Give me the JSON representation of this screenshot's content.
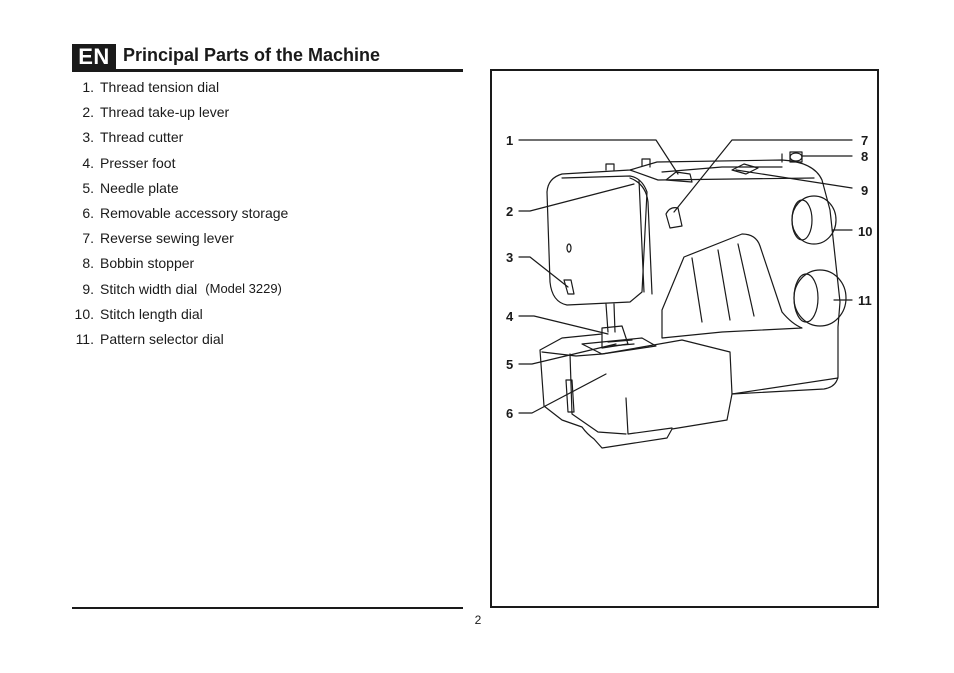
{
  "header": {
    "lang_badge": "EN",
    "title": "Principal Parts of the Machine"
  },
  "parts": [
    {
      "num": "1.",
      "label": "Thread tension dial"
    },
    {
      "num": "2.",
      "label": "Thread take-up lever"
    },
    {
      "num": "3.",
      "label": "Thread cutter"
    },
    {
      "num": "4.",
      "label": "Presser foot"
    },
    {
      "num": "5.",
      "label": "Needle plate"
    },
    {
      "num": "6.",
      "label": "Removable accessory storage"
    },
    {
      "num": "7.",
      "label": "Reverse sewing lever"
    },
    {
      "num": "8.",
      "label": "Bobbin stopper"
    },
    {
      "num": "9.",
      "label": "Stitch width dial",
      "note": "(Model 3229)"
    },
    {
      "num": "10.",
      "label": "Stitch length dial"
    },
    {
      "num": "11.",
      "label": "Pattern selector dial"
    }
  ],
  "figure": {
    "callouts": [
      "1",
      "2",
      "3",
      "4",
      "5",
      "6",
      "7",
      "8",
      "9",
      "10",
      "11"
    ]
  },
  "footer": {
    "page_number": "2"
  }
}
